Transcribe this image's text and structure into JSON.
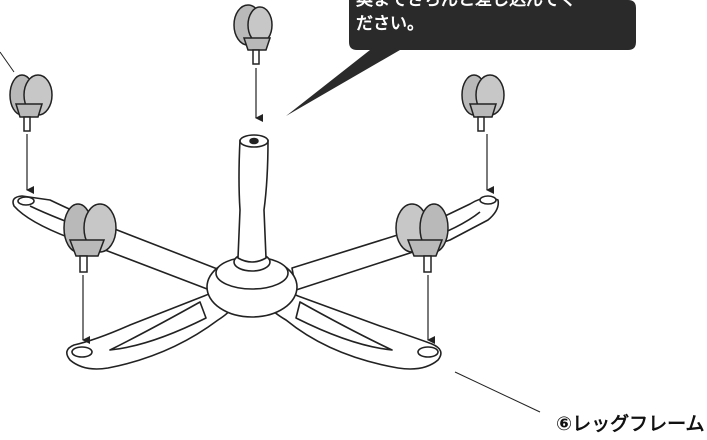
{
  "callout": {
    "line1": "奥までさらんと差し込んでく",
    "line2": "ださい。"
  },
  "part_label": "⑥レッグフレーム",
  "colors": {
    "callout_bg": "#2a2a2a",
    "caster_fill": "#b9b9b9",
    "stroke": "#222222",
    "frame_fill": "#ffffff"
  }
}
